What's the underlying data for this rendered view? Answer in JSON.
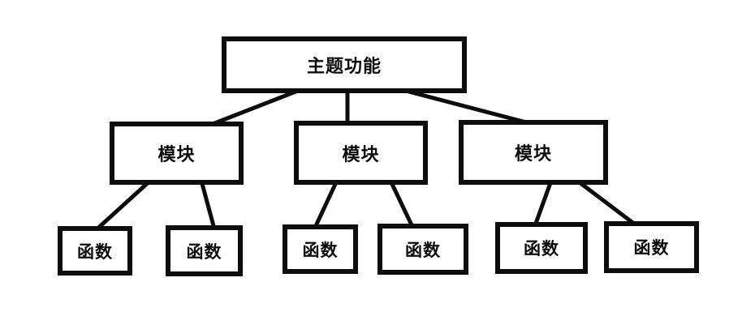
{
  "diagram": {
    "title": "module-hierarchy-flowchart",
    "root": {
      "label": "主题功能"
    },
    "modules": [
      {
        "label": "模块"
      },
      {
        "label": "模块"
      },
      {
        "label": "模块"
      }
    ],
    "functions": [
      {
        "label": "函数"
      },
      {
        "label": "函数"
      },
      {
        "label": "函数"
      },
      {
        "label": "函数"
      },
      {
        "label": "函数"
      },
      {
        "label": "函数"
      }
    ],
    "colors": {
      "stroke": "#0d0d0d",
      "text": "#0d0d0d",
      "background": "#ffffff"
    }
  }
}
